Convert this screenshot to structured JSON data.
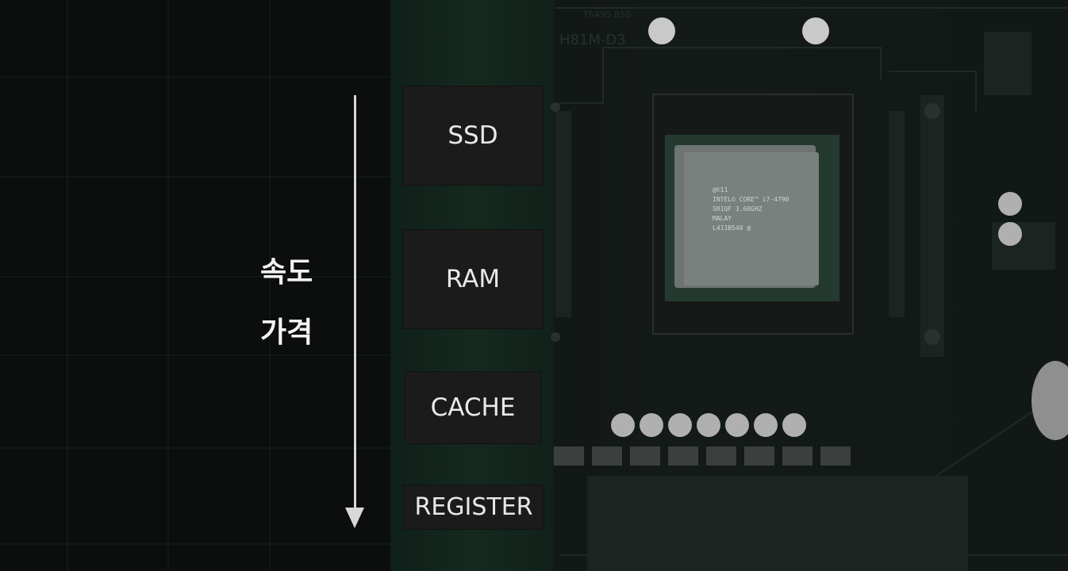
{
  "axis_labels": {
    "speed": "속도",
    "price": "가격"
  },
  "tiers": [
    {
      "label": "SSD"
    },
    {
      "label": "RAM"
    },
    {
      "label": "CACHE"
    },
    {
      "label": "REGISTER"
    }
  ],
  "cpu": {
    "lines": "@©11\nINTEL© CORE™ i7-4790\nSR1QF 3.60GHZ\nMALAY\nL411B540 @"
  },
  "board_marks": {
    "top_text": "H81M-D3",
    "top_code": "TSA95  B50"
  },
  "colors": {
    "background": "#0b0e0d",
    "chip": "#1c1b1b",
    "arrow": "#d9d9d9",
    "text": "#f3f3f3"
  }
}
